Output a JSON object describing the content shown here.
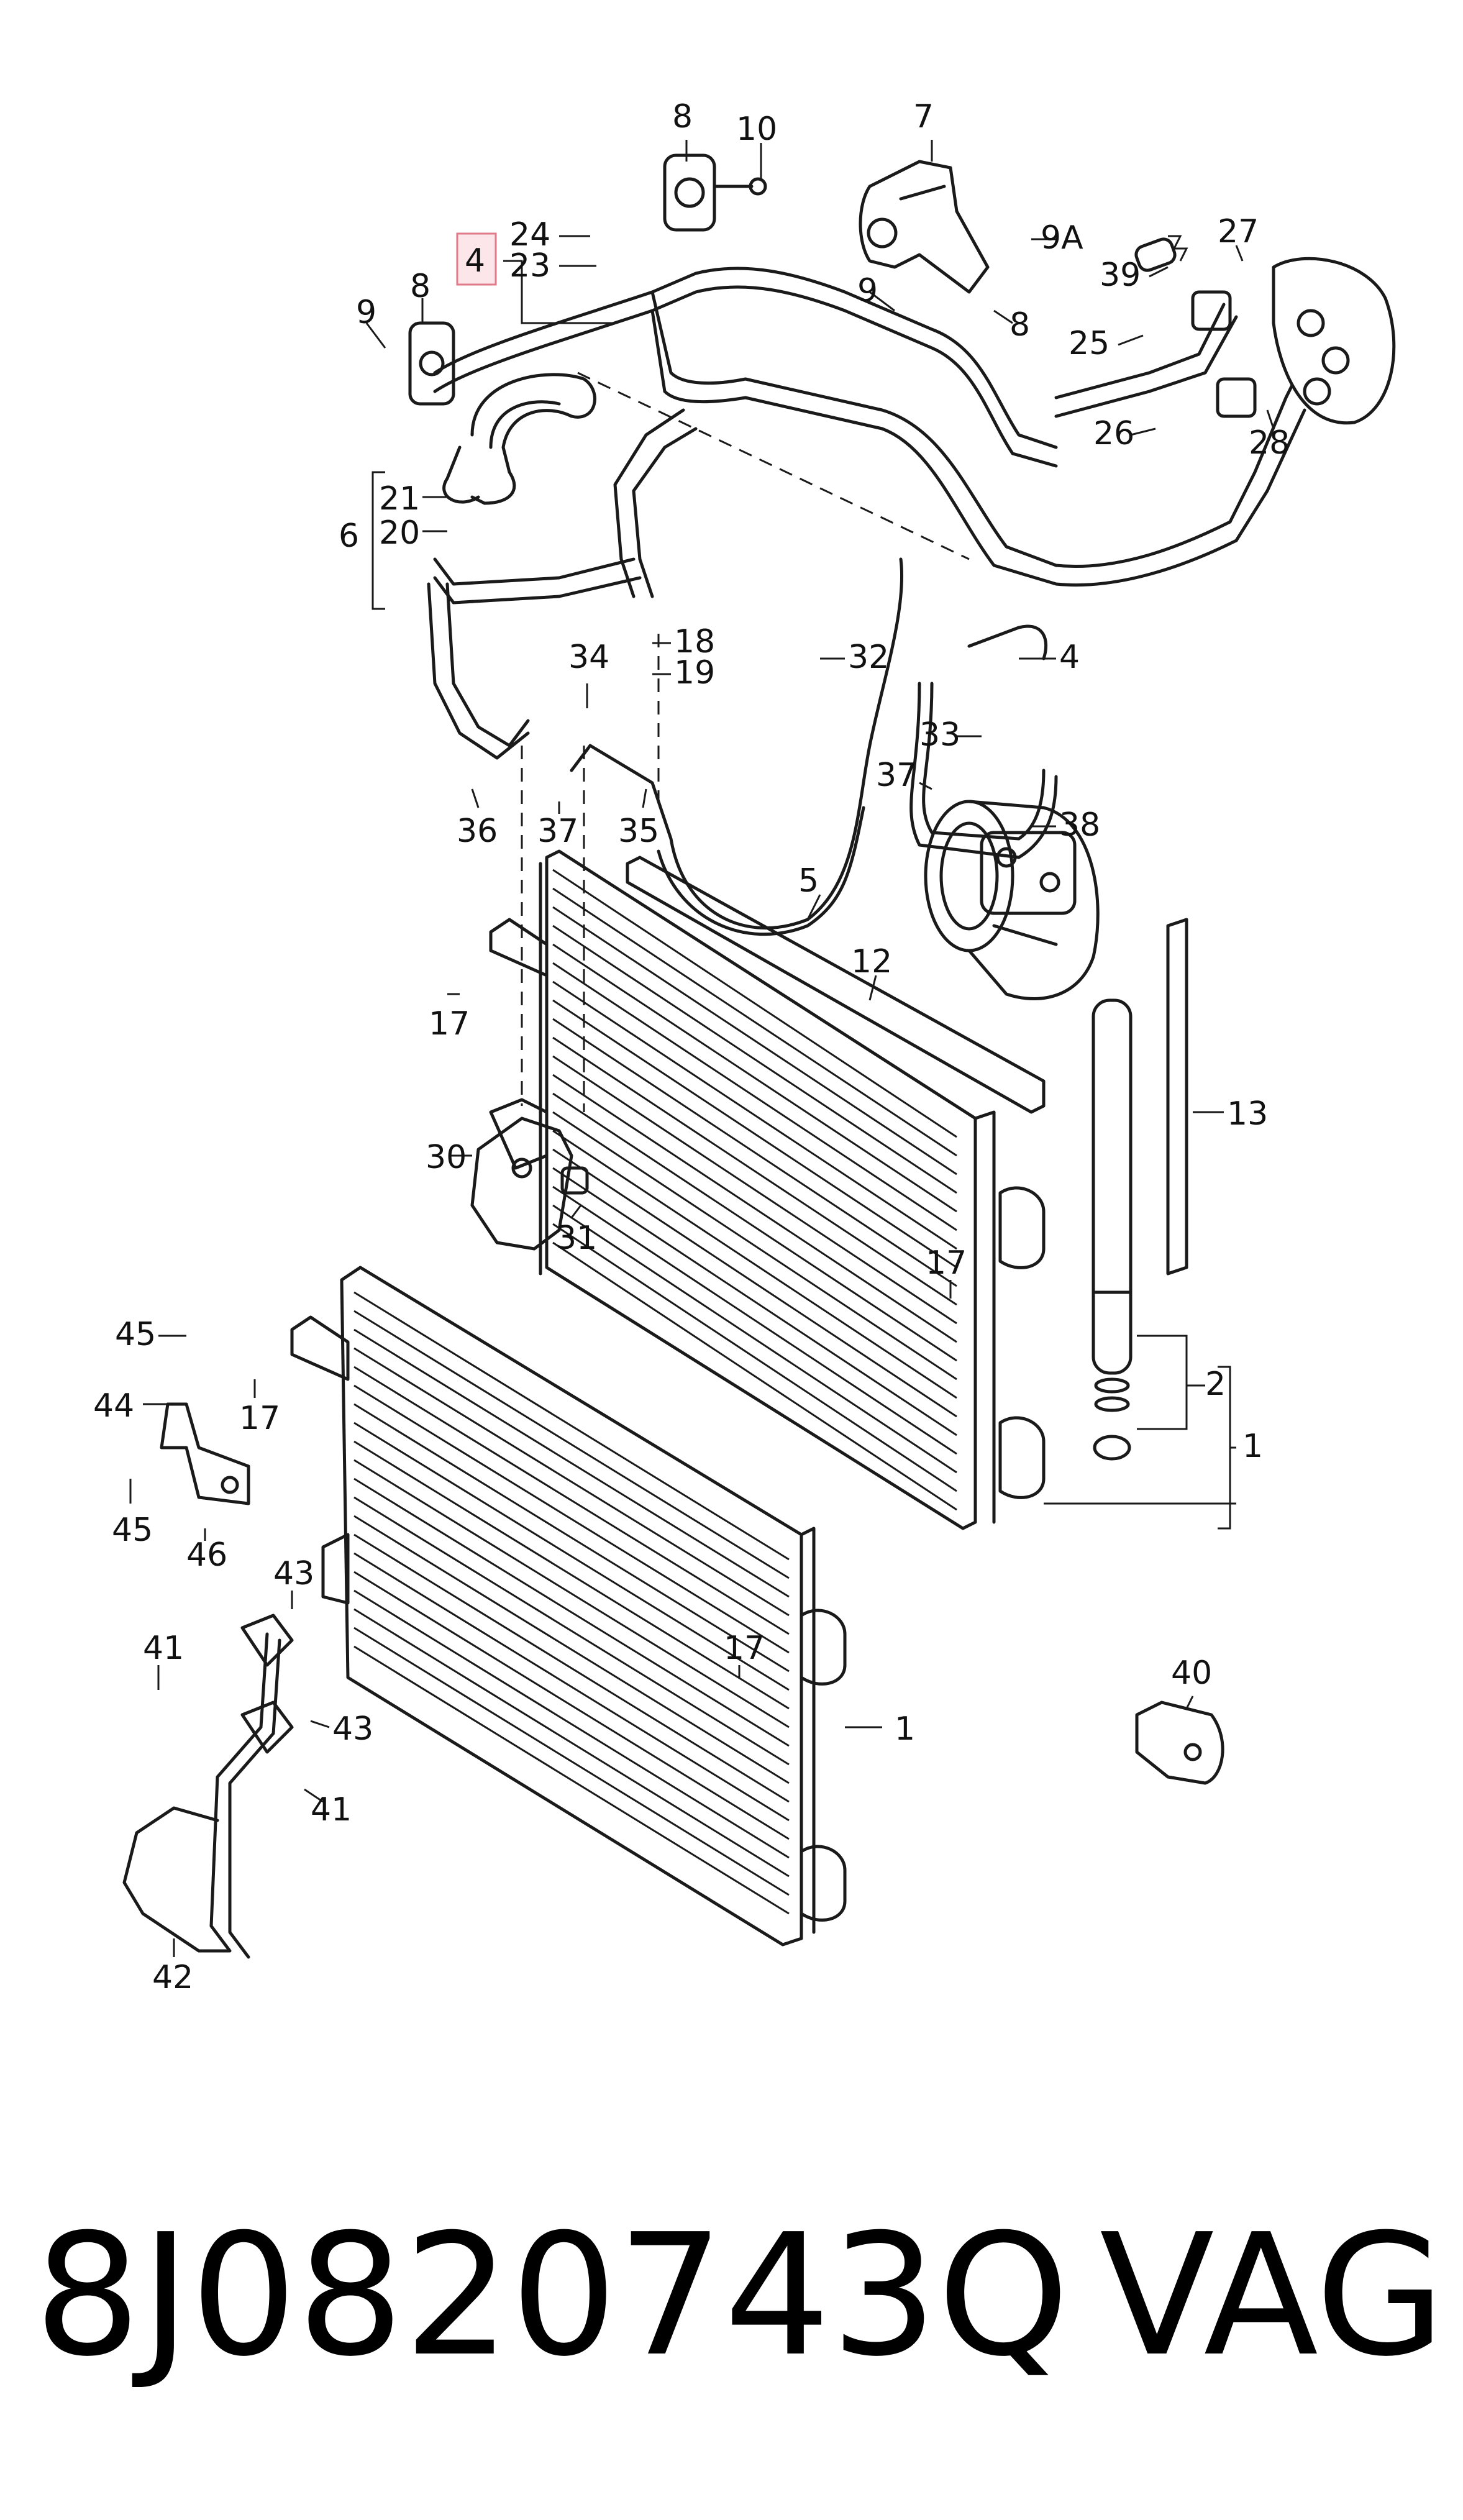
{
  "footer": {
    "part_number": "8J0820743Q",
    "brand": "VAG"
  },
  "callouts": [
    "8",
    "10",
    "7",
    "24",
    "23",
    "4",
    "9",
    "8",
    "9A",
    "27",
    "39",
    "9",
    "8",
    "25",
    "26",
    "28",
    "21",
    "20",
    "6",
    "18",
    "19",
    "34",
    "32",
    "4",
    "33",
    "37",
    "38",
    "36",
    "37",
    "35",
    "5",
    "12",
    "17",
    "13",
    "30",
    "31",
    "17",
    "2",
    "1",
    "45",
    "17",
    "44",
    "45",
    "46",
    "43",
    "17",
    "41",
    "43",
    "41",
    "1",
    "42",
    "40"
  ],
  "highlight": {
    "callout_label": "4",
    "color": "#e07a8a"
  }
}
